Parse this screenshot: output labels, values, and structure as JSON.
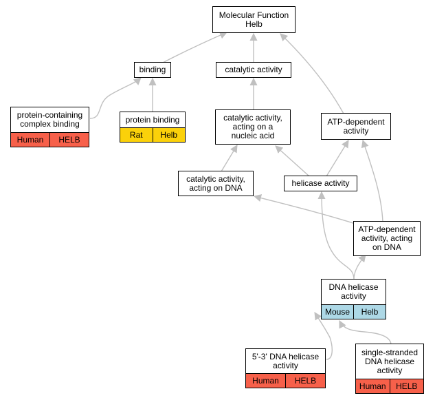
{
  "nodes": {
    "mf_helb": {
      "label": "Molecular Function\nHelb"
    },
    "binding": {
      "label": "binding"
    },
    "catalytic": {
      "label": "catalytic activity"
    },
    "pc_binding": {
      "label": "protein-containing\ncomplex binding",
      "species": "Human",
      "gene": "HELB"
    },
    "protein_binding": {
      "label": "protein binding",
      "species": "Rat",
      "gene": "Helb"
    },
    "cat_nucleic": {
      "label": "catalytic activity,\nacting on a\nnucleic acid"
    },
    "atp_dep": {
      "label": "ATP-dependent\nactivity"
    },
    "cat_dna": {
      "label": "catalytic activity,\nacting on DNA"
    },
    "helicase": {
      "label": "helicase activity"
    },
    "atp_dna": {
      "label": "ATP-dependent\nactivity, acting\non DNA"
    },
    "dna_helicase": {
      "label": "DNA helicase\nactivity",
      "species": "Mouse",
      "gene": "Helb"
    },
    "dna53": {
      "label": "5'-3' DNA helicase\nactivity",
      "species": "Human",
      "gene": "HELB"
    },
    "ss_dna": {
      "label": "single-stranded\nDNA helicase\nactivity",
      "species": "Human",
      "gene": "HELB"
    }
  },
  "colors": {
    "Human": "#f7604a",
    "Rat": "#fbd10a",
    "Mouse": "#add8e6",
    "edge": "#c0c0c0"
  },
  "edges": [
    [
      "binding",
      "mf_helb"
    ],
    [
      "catalytic",
      "mf_helb"
    ],
    [
      "atp_dep",
      "mf_helb"
    ],
    [
      "pc_binding",
      "binding"
    ],
    [
      "protein_binding",
      "binding"
    ],
    [
      "cat_nucleic",
      "catalytic"
    ],
    [
      "cat_dna",
      "cat_nucleic"
    ],
    [
      "helicase",
      "cat_nucleic"
    ],
    [
      "helicase",
      "atp_dep"
    ],
    [
      "atp_dna",
      "cat_dna"
    ],
    [
      "atp_dna",
      "atp_dep"
    ],
    [
      "dna_helicase",
      "helicase"
    ],
    [
      "dna_helicase",
      "atp_dna"
    ],
    [
      "dna53",
      "dna_helicase"
    ],
    [
      "ss_dna",
      "dna_helicase"
    ]
  ]
}
